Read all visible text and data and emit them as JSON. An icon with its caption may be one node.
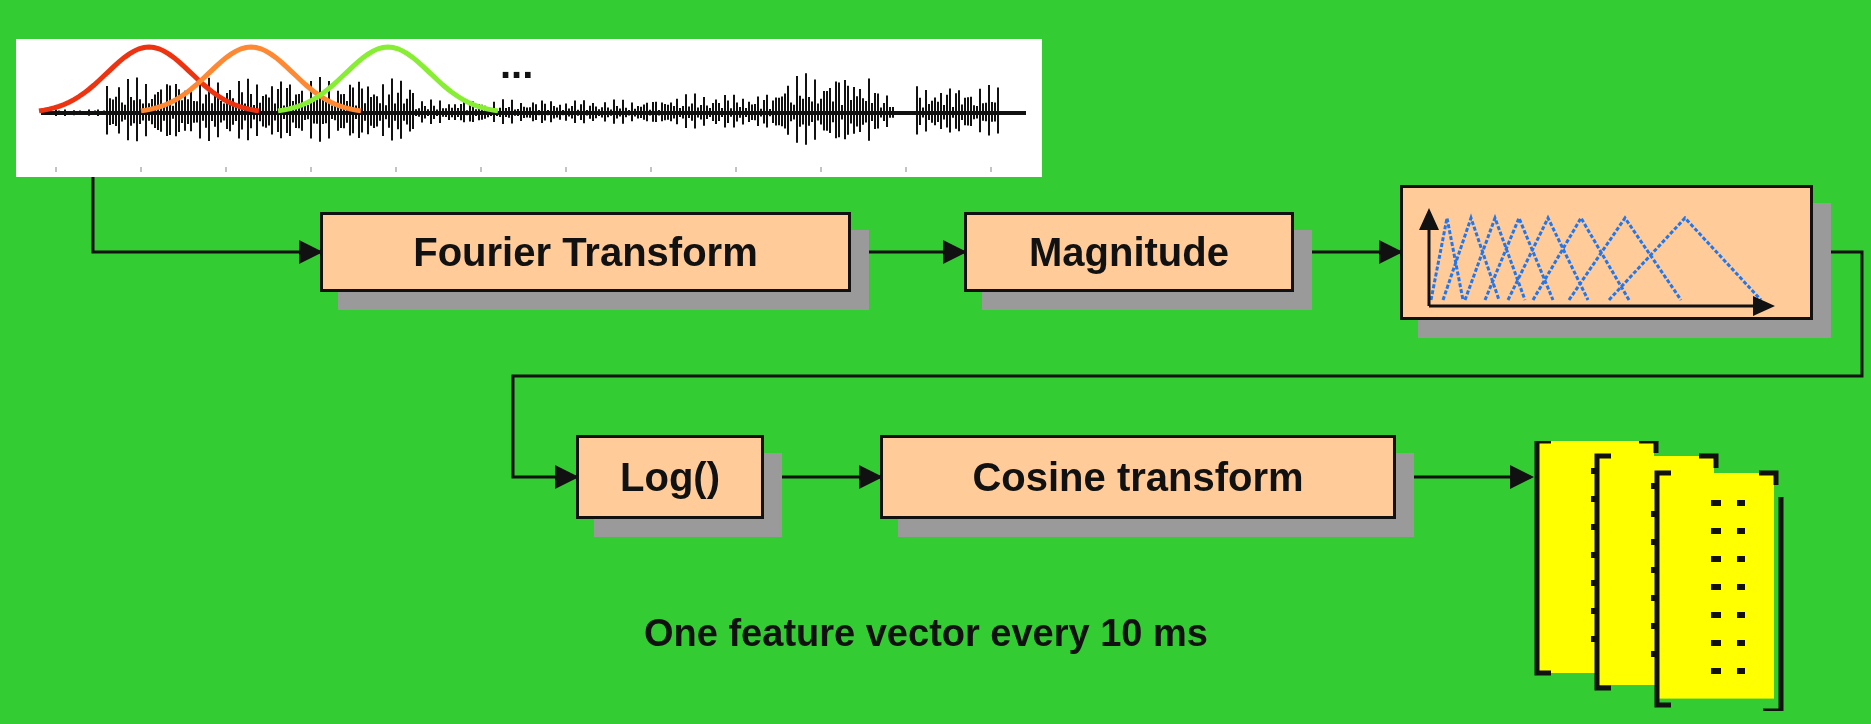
{
  "diagram": {
    "nodes": [
      {
        "text": [],
        "shape": "picture"
      },
      {
        "text": [
          "Fourier Transform"
        ]
      },
      {
        "text": [
          "Magnitude"
        ]
      },
      {
        "text": [],
        "shape": "picture"
      },
      {
        "text": [
          "Log()"
        ]
      },
      {
        "text": [
          "Cosine transform"
        ]
      },
      {
        "text": [],
        "shape": "picture"
      }
    ],
    "edges": [
      {
        "from": 0,
        "to": 1,
        "arrow": "to"
      },
      {
        "from": 1,
        "to": 2,
        "arrow": "to"
      },
      {
        "from": 2,
        "to": 3,
        "arrow": "to"
      },
      {
        "from": 3,
        "to": 4,
        "arrow": "to"
      },
      {
        "from": 4,
        "to": 5,
        "arrow": "to"
      },
      {
        "from": 5,
        "to": 6,
        "arrow": "to"
      }
    ],
    "labels": [
      "...",
      "One feature vector every 10 ms"
    ]
  }
}
